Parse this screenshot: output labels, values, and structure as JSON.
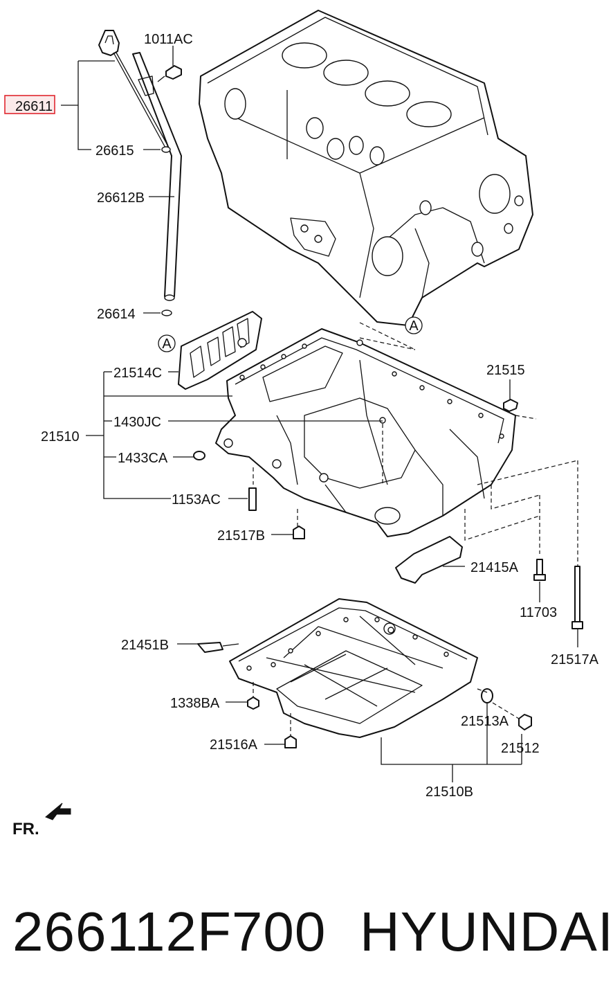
{
  "labels": {
    "p26611": "26611",
    "p1011AC": "1011AC",
    "p26615": "26615",
    "p26612B": "26612B",
    "p26614": "26614",
    "p21514C": "21514C",
    "p21515": "21515",
    "p21510": "21510",
    "p1430JC": "1430JC",
    "p1433CA": "1433CA",
    "p1153AC": "1153AC",
    "p21517B": "21517B",
    "p21415A": "21415A",
    "p11703": "11703",
    "p21517A": "21517A",
    "p21451B": "21451B",
    "p1338BA": "1338BA",
    "p21513A": "21513A",
    "p21516A": "21516A",
    "p21512": "21512",
    "p21510B": "21510B",
    "refA1": "A",
    "refA2": "A",
    "fr": "FR."
  },
  "highlight_color": "#e0262e",
  "footer": {
    "part_number": "266112F700",
    "brand": "HYUNDAI"
  }
}
